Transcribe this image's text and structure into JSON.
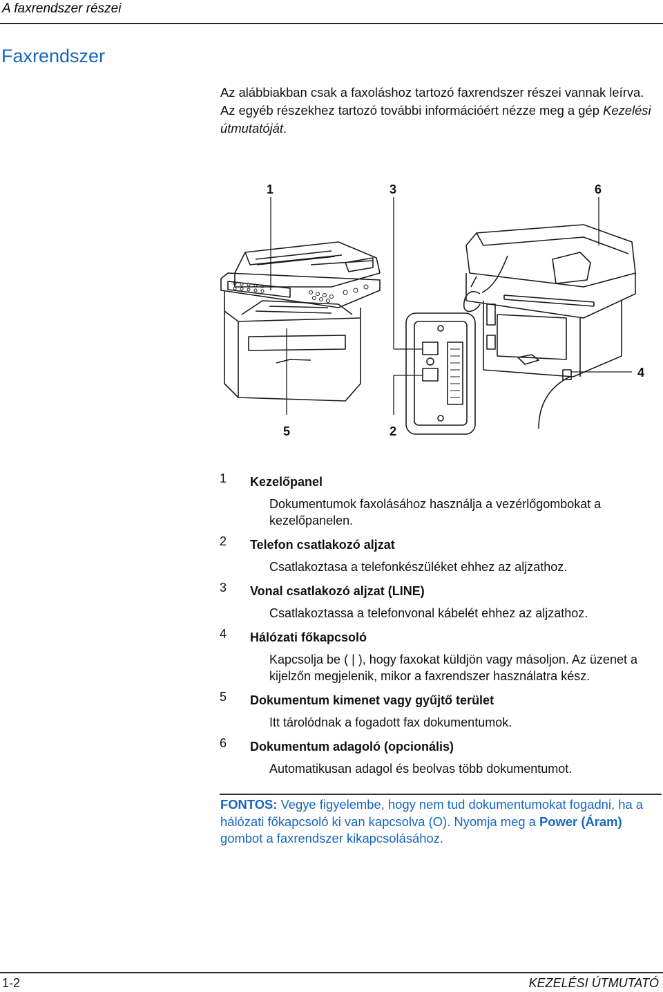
{
  "header": {
    "running_title": "A faxrendszer részei"
  },
  "section": {
    "title": "Faxrendszer",
    "intro": "Az alábbiakban csak a faxoláshoz tartozó faxrendszer részei vannak leírva. Az egyéb részekhez tartozó további információért nézze meg a gép ",
    "intro_ref": "Kezelési útmutatóját",
    "intro_end": "."
  },
  "figure": {
    "callouts": [
      "1",
      "3",
      "6",
      "4",
      "5",
      "2"
    ]
  },
  "parts": [
    {
      "number": "1",
      "title": "Kezelőpanel",
      "description": "Dokumentumok faxolásához használja a vezérlőgombokat a kezelőpanelen."
    },
    {
      "number": "2",
      "title": "Telefon csatlakozó aljzat",
      "description": "Csatlakoztasa a telefonkészüléket ehhez az aljzathoz."
    },
    {
      "number": "3",
      "title": "Vonal csatlakozó aljzat (LINE)",
      "description": "Csatlakoztassa a telefonvonal kábelét ehhez az aljzathoz."
    },
    {
      "number": "4",
      "title": "Hálózati főkapcsoló",
      "description": "Kapcsolja be ( | ), hogy faxokat küldjön vagy másoljon. Az üzenet a kijelzőn megjelenik, mikor a faxrendszer használatra kész."
    },
    {
      "number": "5",
      "title": "Dokumentum kimenet vagy gyűjtő terület",
      "description": "Itt tárolódnak a fogadott fax dokumentumok."
    },
    {
      "number": "6",
      "title": "Dokumentum adagoló (opcionális)",
      "description": "Automatikusan adagol és beolvas több dokumentumot."
    }
  ],
  "note": {
    "label": "FONTOS:",
    "text1": " Vegye figyelembe, hogy nem tud dokumentumokat fogadni, ha a hálózati főkapcsoló ki van kapcsolva (O). Nyomja meg a ",
    "key": "Power (Áram)",
    "text2": " gombot a faxrendszer kikapcsolásához."
  },
  "footer": {
    "page_number": "1-2",
    "manual_title": "KEZELÉSI ÚTMUTATÓ"
  },
  "colors": {
    "accent": "#1565c0",
    "text": "#111111"
  }
}
